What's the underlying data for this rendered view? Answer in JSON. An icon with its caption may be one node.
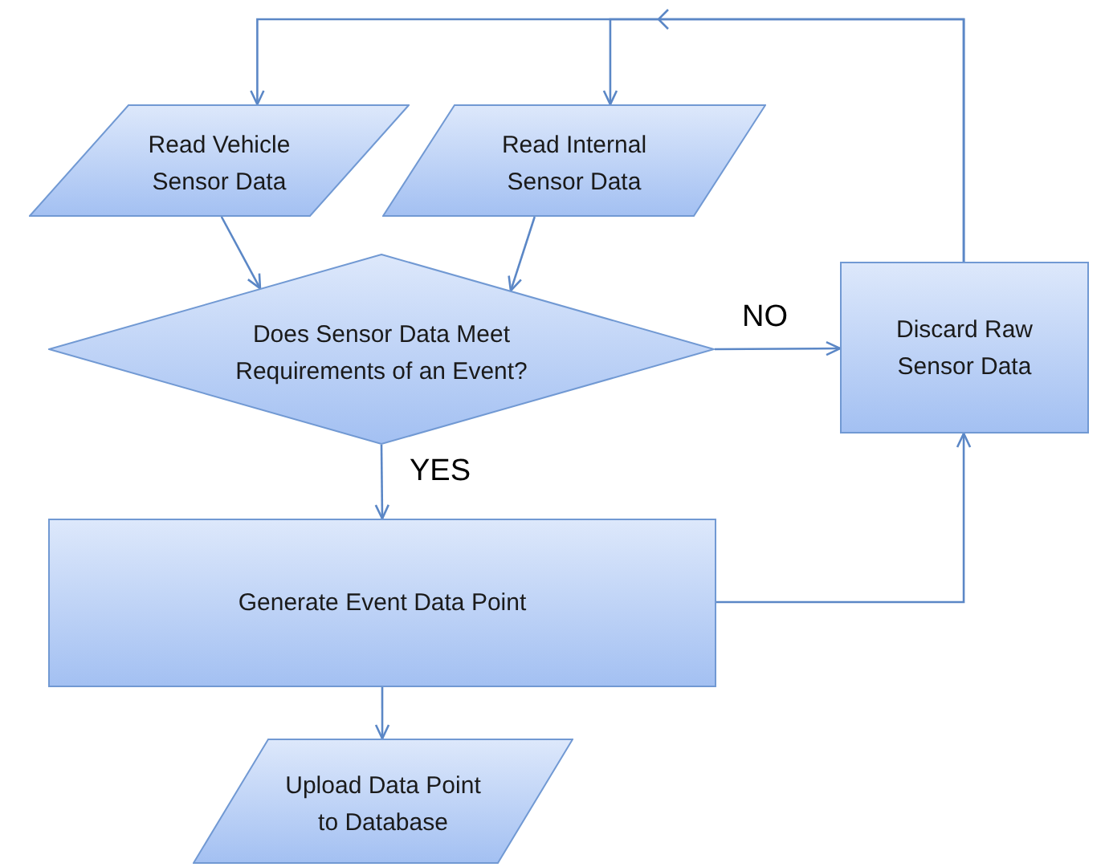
{
  "diagram": {
    "nodes": [
      {
        "text": [
          "Read Vehicle Sensor Data"
        ]
      },
      {
        "text": [
          "Read Internal Sensor Data"
        ]
      },
      {
        "text": [
          "Does Sensor Data Meet Requirements of an Event?"
        ]
      },
      {
        "text": [
          "Discard Raw Sensor Data"
        ]
      },
      {
        "text": [
          "Generate Event Data Point"
        ]
      },
      {
        "text": [
          "Upload Data Point to Database"
        ]
      }
    ],
    "edges": [
      {
        "from": 0,
        "to": 2,
        "arrow": "to"
      },
      {
        "from": 1,
        "to": 2,
        "arrow": "to"
      },
      {
        "from": 2,
        "to": 3,
        "arrow": "to",
        "label": "NO"
      },
      {
        "from": 2,
        "to": 4,
        "arrow": "to",
        "label": "YES"
      },
      {
        "from": 4,
        "to": 3,
        "arrow": "to"
      },
      {
        "from": 3,
        "to": 0,
        "arrow": "to"
      },
      {
        "from": 3,
        "to": 1,
        "arrow": "to"
      },
      {
        "from": 4,
        "to": 5,
        "arrow": "to"
      }
    ]
  }
}
